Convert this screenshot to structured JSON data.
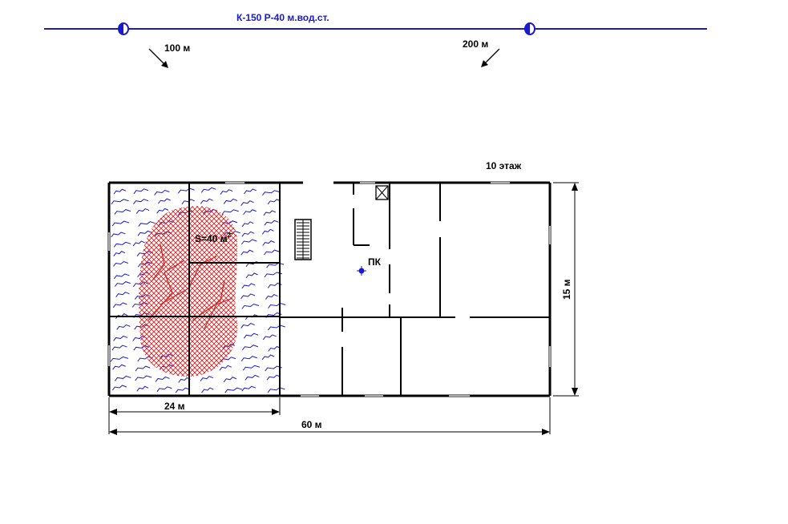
{
  "pipe": {
    "label": "К-150 Р-40 м.вод.ст.",
    "color": "#1a1acc"
  },
  "hydrants": [
    {
      "name": "hydrant-left",
      "distance_label": "100 м"
    },
    {
      "name": "hydrant-right",
      "distance_label": "200 м"
    }
  ],
  "building": {
    "floor_label": "10 этаж",
    "height_label": "15 м",
    "wing_width_label": "24 м",
    "total_width_label": "60 м",
    "fire_area_label": "S=40 м",
    "fire_area_sup": "2",
    "hose_cabinet_label": "ПК"
  },
  "colors": {
    "wall": "#000000",
    "fire": "#d42020",
    "water": "#1a1acc",
    "window": "#aaaaaa"
  }
}
